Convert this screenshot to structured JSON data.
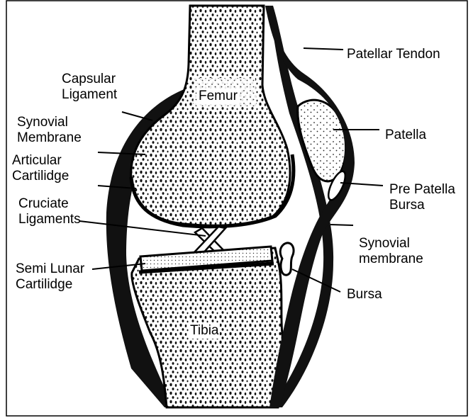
{
  "diagram": {
    "labels": {
      "patellar_tendon": "Patellar Tendon",
      "capsular_ligament": [
        "Capsular",
        "Ligament"
      ],
      "femur": "Femur",
      "synovial_membrane_left": [
        "Synovial",
        "Membrane"
      ],
      "patella": "Patella",
      "articular_cartilage": [
        "Articular",
        "Cartilidge"
      ],
      "pre_patella_bursa": [
        "Pre Patella",
        "Bursa"
      ],
      "cruciate_ligaments": [
        "Cruciate",
        "Ligaments"
      ],
      "synovial_membrane_right": [
        "Synovial",
        "membrane"
      ],
      "semi_lunar_cartilage": [
        "Semi Lunar",
        "Cartilidge"
      ],
      "bursa": "Bursa",
      "tibia": "Tibia"
    }
  }
}
